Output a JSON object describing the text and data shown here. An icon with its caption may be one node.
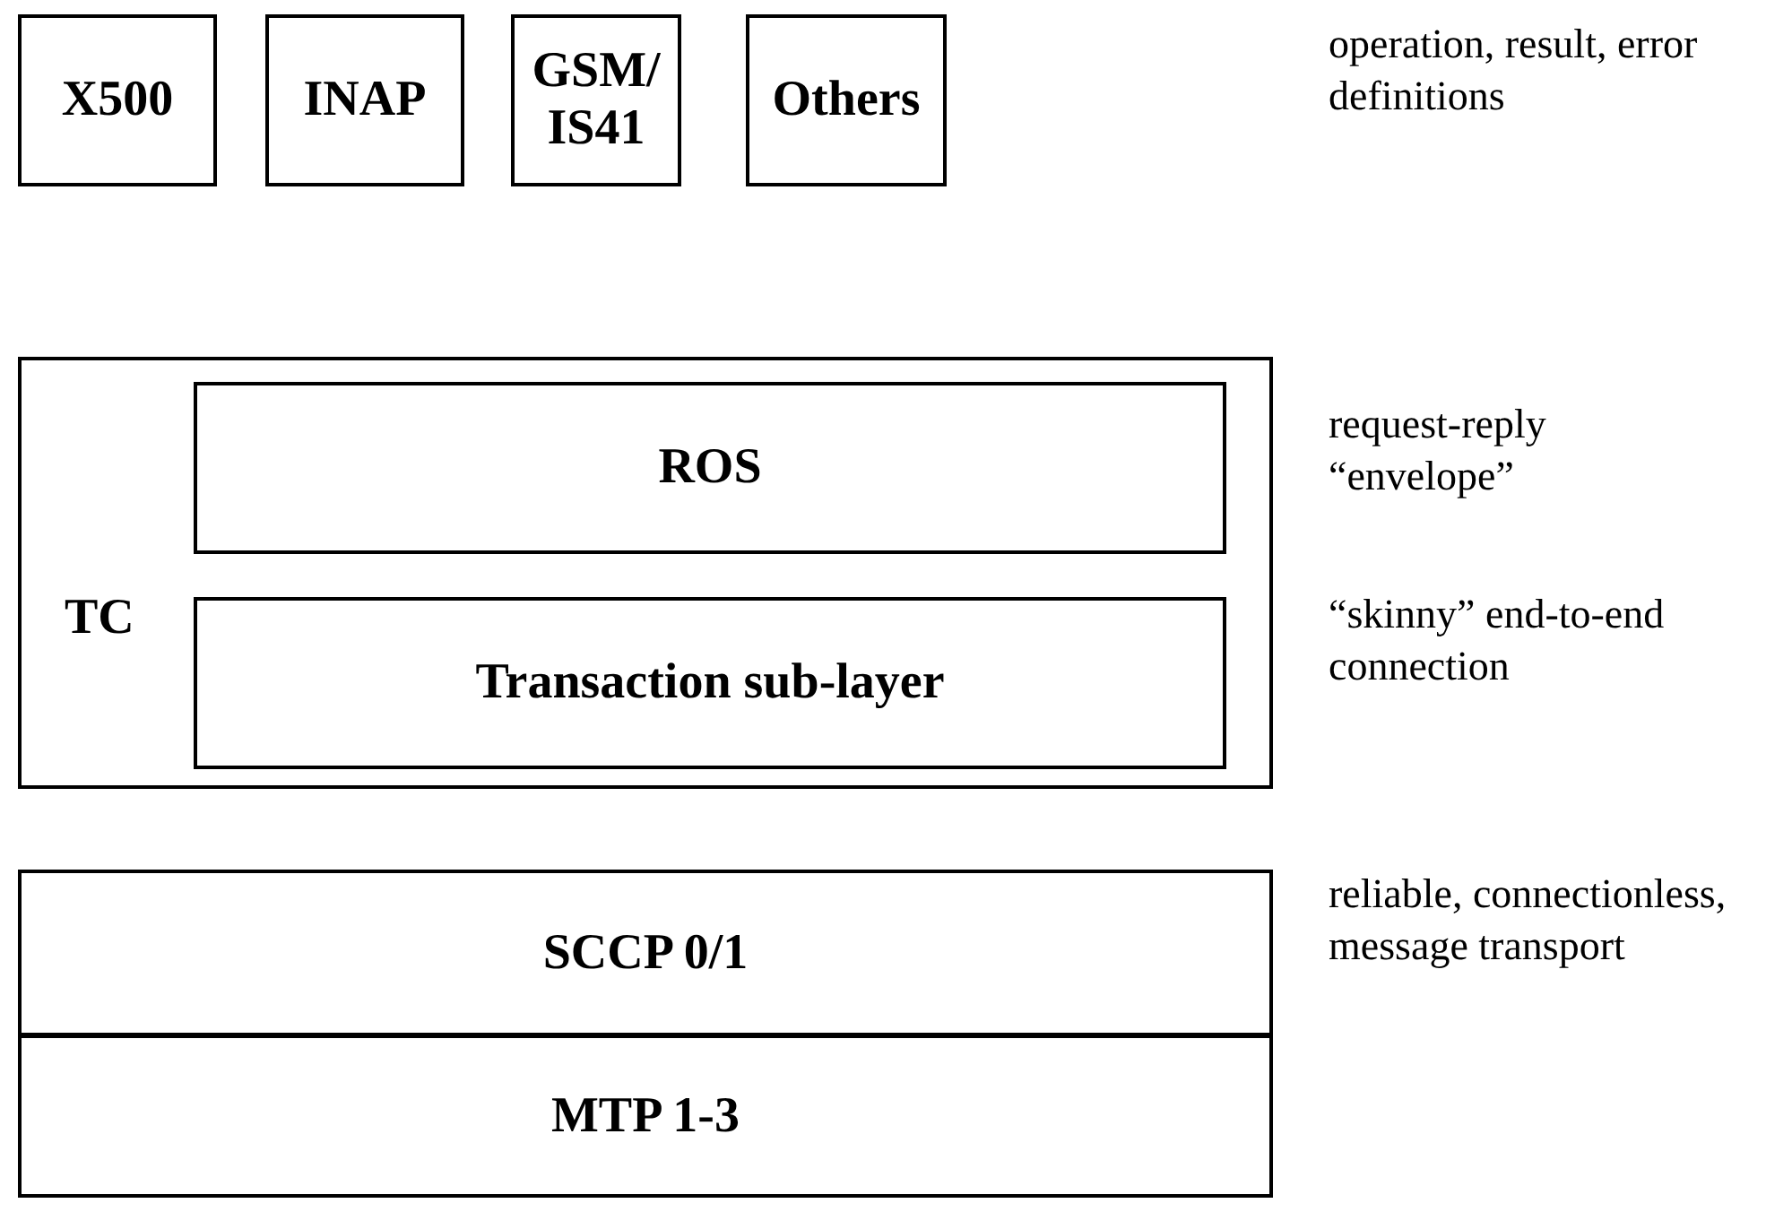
{
  "diagram": {
    "nodes": [
      {
        "text": [
          "X500"
        ]
      },
      {
        "text": [
          "INAP"
        ]
      },
      {
        "text": [
          "GSM/ IS41"
        ]
      },
      {
        "text": [
          "Others"
        ]
      },
      {
        "text": [
          "TC"
        ]
      },
      {
        "text": [
          "ROS"
        ],
        "in": 4
      },
      {
        "text": [
          "Transaction sub-layer"
        ],
        "in": 4
      },
      {
        "text": [
          "SCCP 0/1"
        ]
      },
      {
        "text": [
          "MTP 1-3"
        ]
      }
    ],
    "labels": [
      "operation, result, error definitions",
      "request-reply “envelope”",
      "“skinny” end-to-end connection",
      "reliable, connectionless, message transport"
    ]
  }
}
